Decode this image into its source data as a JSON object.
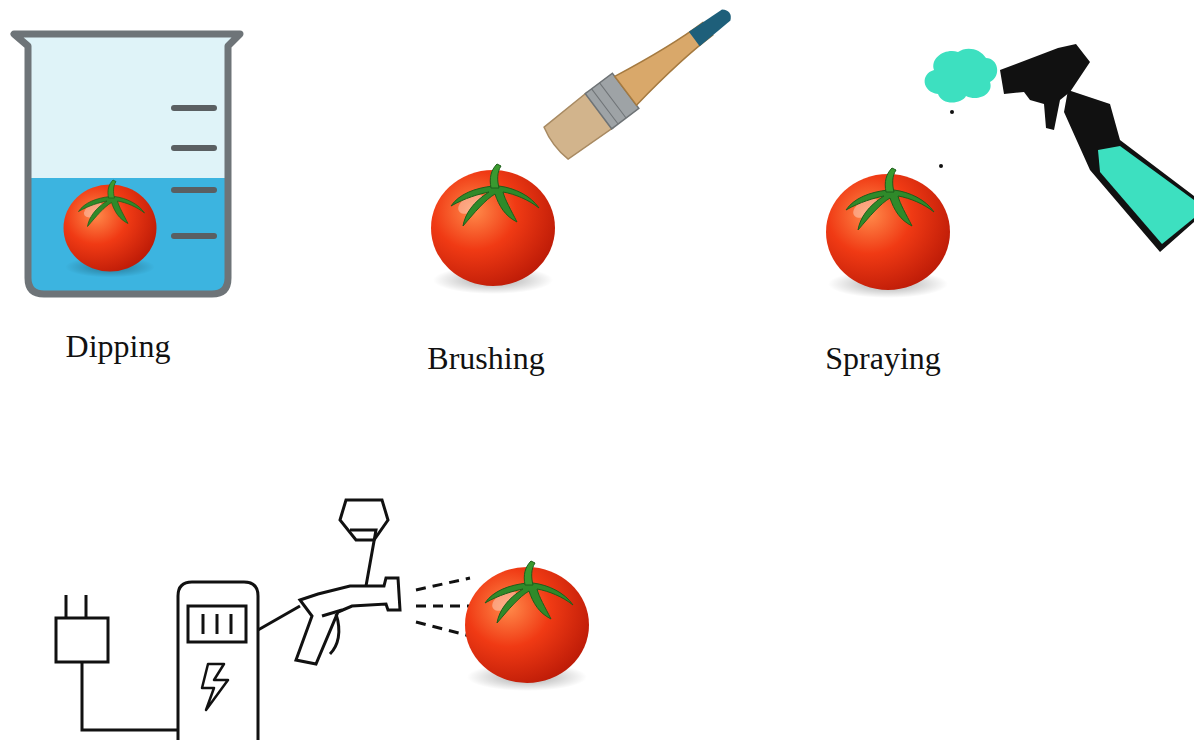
{
  "diagram": {
    "labels": [
      "Dipping",
      "Brushing",
      "Spraying"
    ]
  }
}
